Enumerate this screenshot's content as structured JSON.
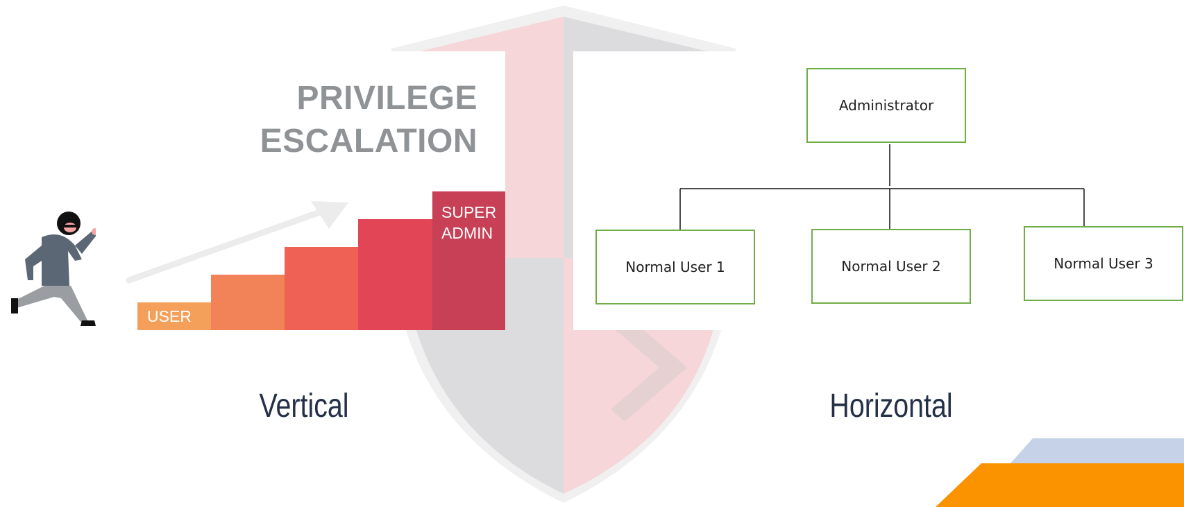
{
  "vertical": {
    "title_line1": "PRIVILEGE",
    "title_line2": "ESCALATION",
    "low_label": "USER",
    "high_label_line1": "SUPER",
    "high_label_line2": "ADMIN",
    "caption": "Vertical",
    "step_colors": [
      "#f5a05a",
      "#f28358",
      "#ef6055",
      "#e24656",
      "#c74056"
    ]
  },
  "horizontal": {
    "admin_label": "Administrator",
    "users": [
      "Normal User 1",
      "Normal User 2",
      "Normal User 3"
    ],
    "caption": "Horizontal",
    "box_border_color": "#70ad47"
  },
  "icons": [
    "attacker-figure-icon",
    "escalation-arrow-icon",
    "shield-background-icon"
  ],
  "accent_colors": {
    "orange": "#fb9200",
    "blue": "#c6d2e7"
  }
}
